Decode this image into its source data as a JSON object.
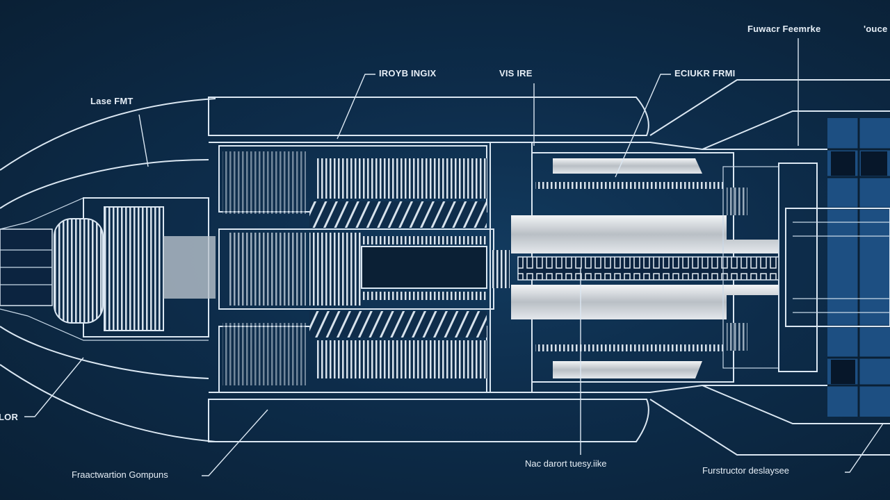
{
  "labels": {
    "top_right_1": "Fuwacr Feemrke",
    "top_right_2": "'ouce",
    "top_left": "Lase FMT",
    "top_center_1": "IROYB INGIX",
    "top_center_2": "VIS IRE",
    "top_center_3": "ECIUKR FRMI",
    "left_bottom": "LOR",
    "bottom_left": "Fraactwartion Gompuns",
    "bottom_center": "Nac darort tuesy.iike",
    "bottom_right": "Furstructor deslaysee"
  },
  "colors": {
    "background": "#0d2c4a",
    "line": "#dbe7f2",
    "panel_blue": "#1d4f82",
    "silver": "#c8ccd0"
  }
}
